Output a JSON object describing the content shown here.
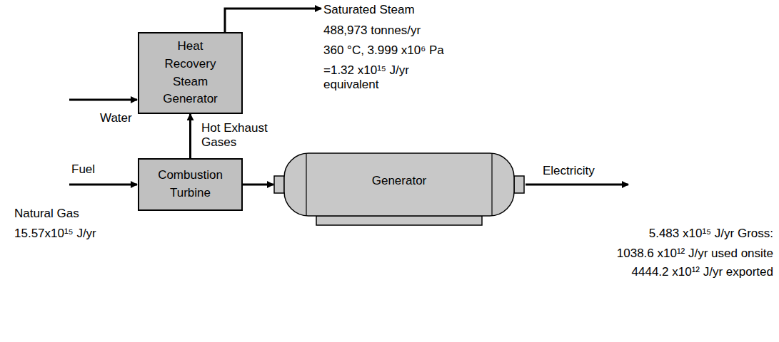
{
  "diagram": {
    "nodes": [
      {
        "text": [
          "Heat Recovery Steam Generator"
        ]
      },
      {
        "text": [
          "Combustion Turbine"
        ]
      },
      {
        "text": [
          "Generator"
        ]
      }
    ],
    "edges": [
      {
        "from": 1,
        "to": 0,
        "arrow": "to",
        "label": "Hot Exhaust Gases"
      },
      {
        "from": 1,
        "to": 2,
        "arrow": "to"
      }
    ],
    "labels": [
      "Water",
      "Fuel",
      "Natural Gas",
      "15.57x10¹⁵ J/yr",
      "Saturated Steam",
      "488,973 tonnes/yr",
      "360 °C, 3.999 x10⁶ Pa",
      "=1.32 x10¹⁵ J/yr equivalent",
      "Electricity",
      "5.483 x10¹⁵ J/yr Gross:",
      "1038.6 x10¹² J/yr used onsite",
      "4444.2 x10¹² J/yr exported"
    ]
  }
}
